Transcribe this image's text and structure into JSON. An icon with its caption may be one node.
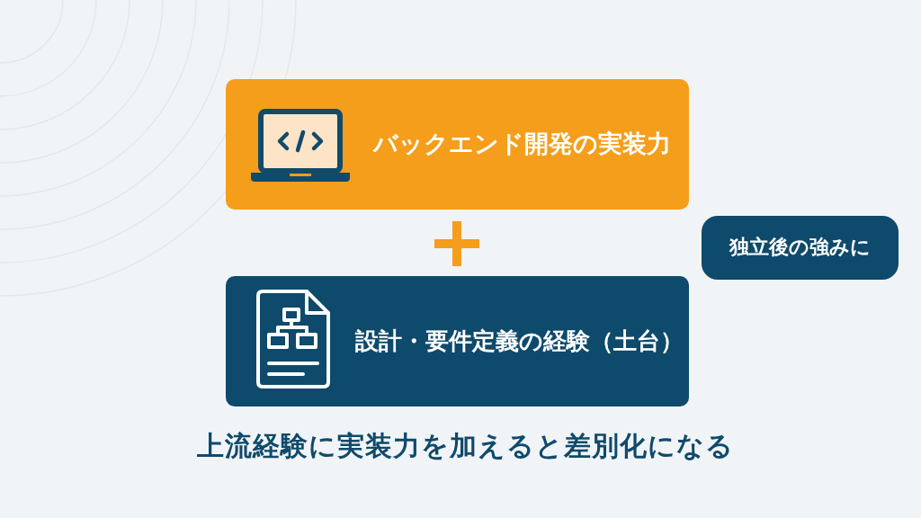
{
  "diagram": {
    "nodes": [
      {
        "text": [
          "バックエンド開発の実装力"
        ]
      },
      {
        "text": [
          "設計・要件定義の経験（土台）"
        ]
      },
      {
        "text": [
          "独立後の強みに"
        ]
      }
    ],
    "caption": "上流経験に実装力を加えると差別化になる"
  }
}
